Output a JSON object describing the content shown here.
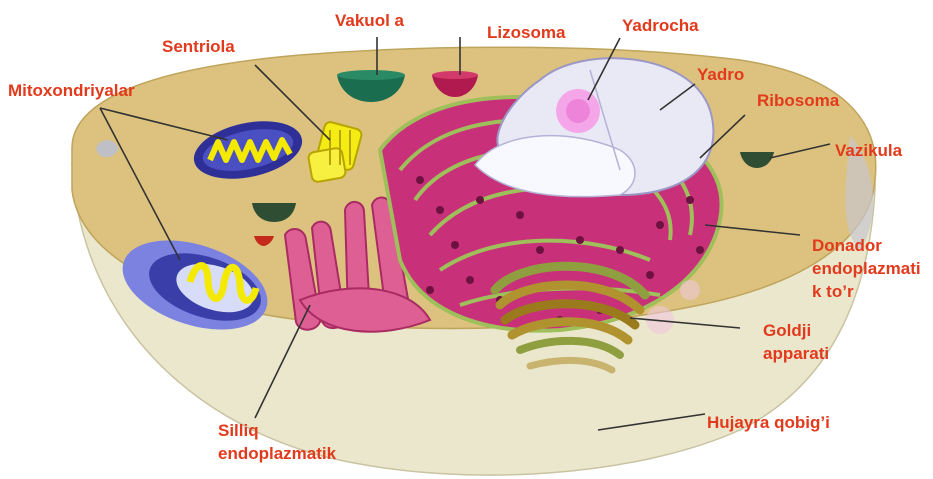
{
  "colors": {
    "label": "#e23a1c",
    "cytoplasm": "#dcc27e",
    "membrane_side": "#e8e4c8",
    "nucleus": "#e9e8f5",
    "nucleolus": "#f5a6e8",
    "er_rough": "#c8307a",
    "er_edge": "#9fbf5a",
    "golgi": "#b0922e",
    "mitochondria_dark": "#2e2f97",
    "mitochondria_light": "#7b82e0",
    "cristae": "#f4e900",
    "vacuole": "#1b6d50",
    "lysosome": "#b11a4f"
  },
  "labels": {
    "mitoxondriyalar": "Mitoxondriyalar",
    "sentriola": "Sentriola",
    "vakuola": "Vakuol a",
    "lizosoma": "Lizosoma",
    "yadrocha": "Yadrocha",
    "yadro": "Yadro",
    "ribosoma": "Ribosoma",
    "vazikula": "Vazikula",
    "donador_1": "Donador",
    "donador_2": "endoplazmati",
    "donador_3": "k to’r",
    "goldji_1": "Goldji",
    "goldji_2": "apparati",
    "hujayra": "Hujayra qobig’i",
    "silliq_1": "Silliq",
    "silliq_2": "endoplazmatik"
  }
}
